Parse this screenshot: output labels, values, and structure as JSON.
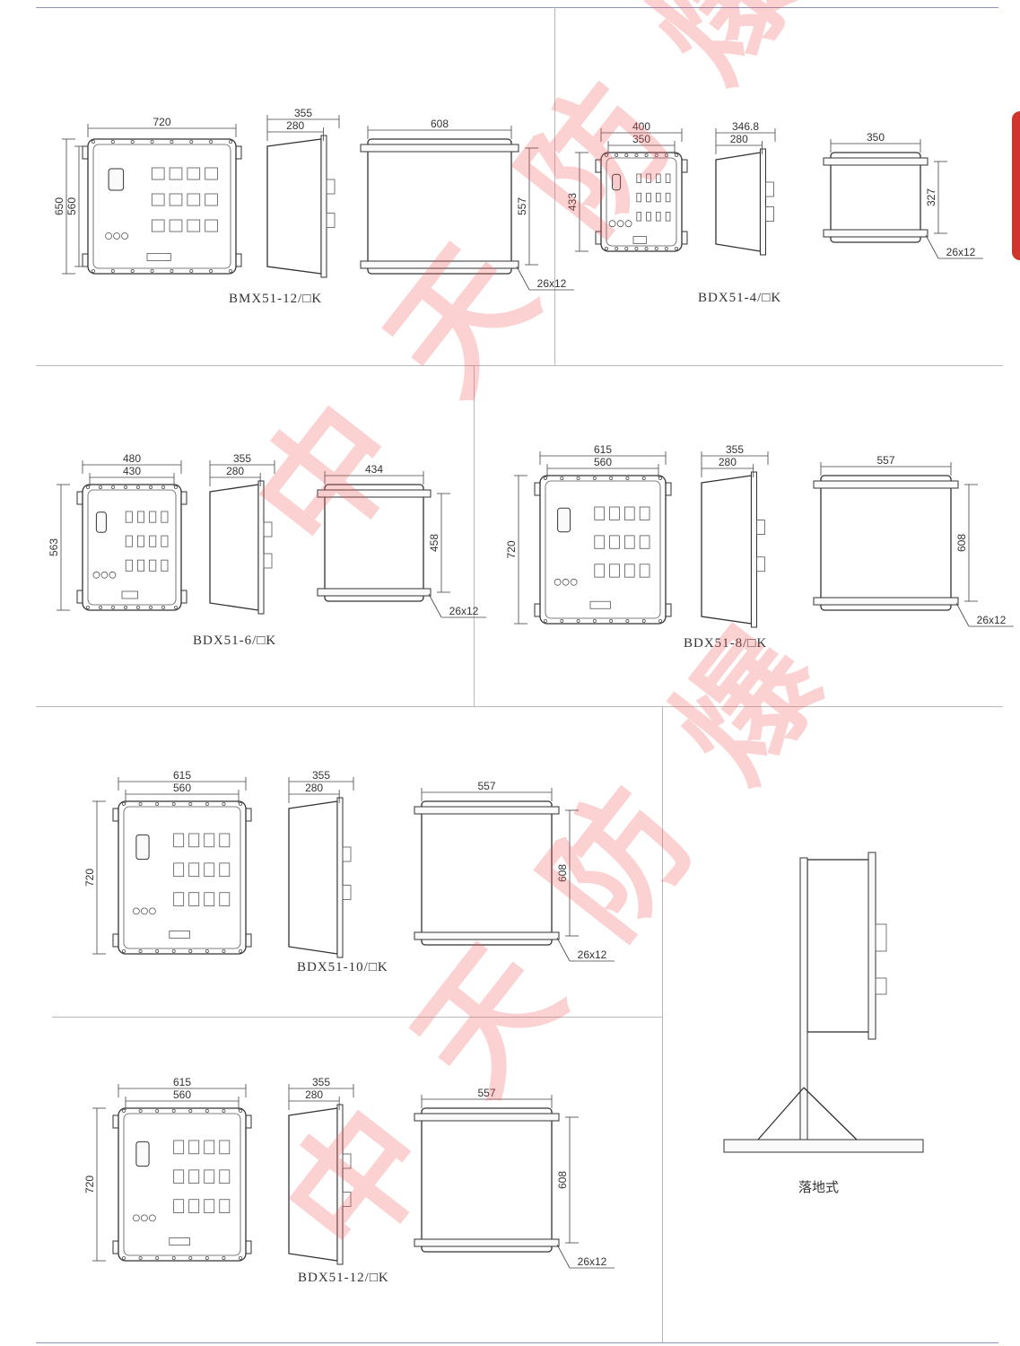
{
  "models": [
    {
      "id": "bmx51-12",
      "label": "BMX51-12/□K",
      "front": {
        "outer": "720",
        "inner": null,
        "height_outer": "650",
        "height_inner": "560"
      },
      "side": {
        "outer": "355",
        "inner": "280"
      },
      "top": {
        "width": "608",
        "height": "557",
        "slot": "26x12"
      }
    },
    {
      "id": "bdx51-4",
      "label": "BDX51-4/□K",
      "front": {
        "outer": "400",
        "inner": "350",
        "height_outer": "433",
        "height_inner": null
      },
      "side": {
        "outer": "346.8",
        "inner": "280"
      },
      "top": {
        "width": "350",
        "height": "327",
        "slot": "26x12"
      }
    },
    {
      "id": "bdx51-6",
      "label": "BDX51-6/□K",
      "front": {
        "outer": "480",
        "inner": "430",
        "height_outer": "563",
        "height_inner": null
      },
      "side": {
        "outer": "355",
        "inner": "280"
      },
      "top": {
        "width": "434",
        "height": "458",
        "slot": "26x12"
      }
    },
    {
      "id": "bdx51-8",
      "label": "BDX51-8/□K",
      "front": {
        "outer": "615",
        "inner": "560",
        "height_outer": "720",
        "height_inner": null
      },
      "side": {
        "outer": "355",
        "inner": "280"
      },
      "top": {
        "width": "557",
        "height": "608",
        "slot": "26x12"
      }
    },
    {
      "id": "bdx51-10",
      "label": "BDX51-10/□K",
      "front": {
        "outer": "615",
        "inner": "560",
        "height_outer": "720",
        "height_inner": null
      },
      "side": {
        "outer": "355",
        "inner": "280"
      },
      "top": {
        "width": "557",
        "height": "608",
        "slot": "26x12"
      }
    },
    {
      "id": "bdx51-12",
      "label": "BDX51-12/□K",
      "front": {
        "outer": "615",
        "inner": "560",
        "height_outer": "720",
        "height_inner": null
      },
      "side": {
        "outer": "355",
        "inner": "280"
      },
      "top": {
        "width": "557",
        "height": "608",
        "slot": "26x12"
      }
    }
  ],
  "floor_stand": {
    "caption": "落地式"
  },
  "watermark": {
    "chars": [
      "中",
      "天",
      "防",
      "爆"
    ],
    "color": "#f05a5a"
  },
  "accent_tab_color": "#d0342c"
}
